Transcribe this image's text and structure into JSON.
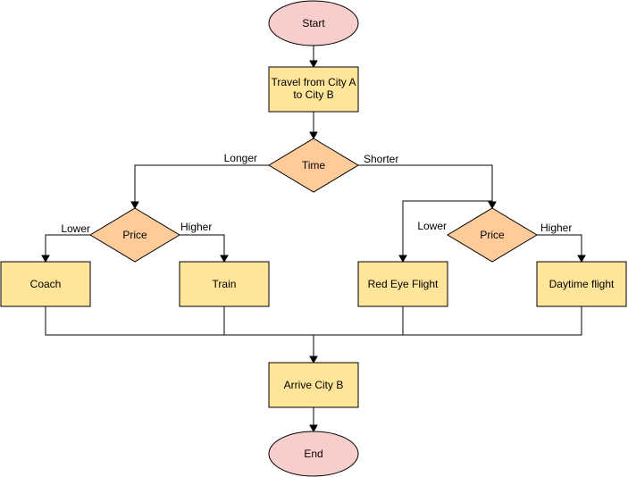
{
  "colors": {
    "terminal_fill": "#f8cecc",
    "process_fill": "#ffe599",
    "decision_fill": "#ffcc99",
    "stroke": "#000000"
  },
  "nodes": {
    "start": "Start",
    "travel_line1": "Travel from City A",
    "travel_line2": "to City B",
    "time": "Time",
    "price_left": "Price",
    "price_right": "Price",
    "coach": "Coach",
    "train": "Train",
    "red_eye": "Red Eye Flight",
    "daytime": "Daytime flight",
    "arrive": "Arrive City B",
    "end": "End"
  },
  "edge_labels": {
    "longer": "Longer",
    "shorter": "Shorter",
    "lower_left": "Lower",
    "higher_left": "Higher",
    "lower_right": "Lower",
    "higher_right": "Higher"
  }
}
